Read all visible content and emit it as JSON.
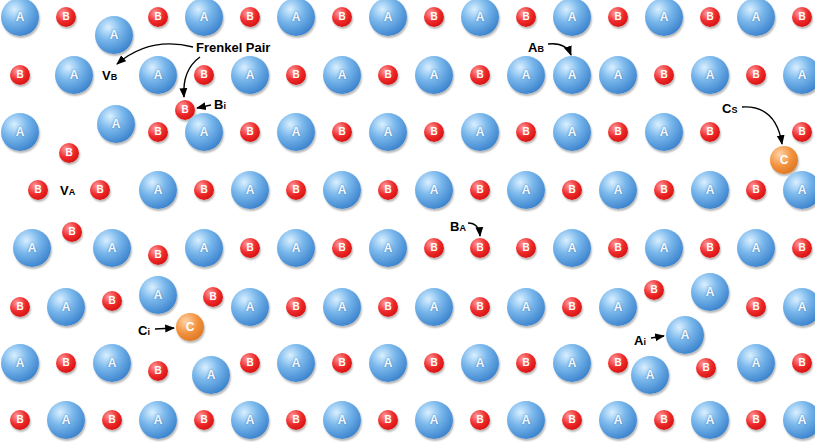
{
  "diagram": {
    "nodes": [
      {
        "text": [
          "A"
        ]
      },
      {
        "text": [
          "B"
        ]
      },
      {
        "text": [
          "A"
        ]
      },
      {
        "text": [
          "B"
        ]
      },
      {
        "text": [
          "A"
        ]
      },
      {
        "text": [
          "B"
        ]
      },
      {
        "text": [
          "A"
        ]
      },
      {
        "text": [
          "B"
        ]
      },
      {
        "text": [
          "A"
        ]
      },
      {
        "text": [
          "B"
        ]
      },
      {
        "text": [
          "A"
        ]
      },
      {
        "text": [
          "B"
        ]
      },
      {
        "text": [
          "A"
        ]
      },
      {
        "text": [
          "B"
        ]
      },
      {
        "text": [
          "A"
        ]
      },
      {
        "text": [
          "B"
        ]
      },
      {
        "text": [
          "A"
        ]
      },
      {
        "text": [
          "B"
        ]
      },
      {
        "text": [
          "B"
        ]
      },
      {
        "text": [
          "A"
        ]
      },
      {
        "text": [
          "A"
        ]
      },
      {
        "text": [
          "B"
        ]
      },
      {
        "text": [
          "A"
        ]
      },
      {
        "text": [
          "B"
        ]
      },
      {
        "text": [
          "A"
        ]
      },
      {
        "text": [
          "B"
        ]
      },
      {
        "text": [
          "A"
        ]
      },
      {
        "text": [
          "B"
        ]
      },
      {
        "text": [
          "A"
        ]
      },
      {
        "text": [
          "A"
        ]
      },
      {
        "text": [
          "A"
        ]
      },
      {
        "text": [
          "B"
        ]
      },
      {
        "text": [
          "A"
        ]
      },
      {
        "text": [
          "B"
        ]
      },
      {
        "text": [
          "A"
        ]
      },
      {
        "text": [
          "B"
        ]
      },
      {
        "text": [
          "A"
        ]
      },
      {
        "text": [
          "B"
        ]
      },
      {
        "text": [
          "A"
        ]
      },
      {
        "text": [
          "B"
        ]
      },
      {
        "text": [
          "A"
        ]
      },
      {
        "text": [
          "B"
        ]
      },
      {
        "text": [
          "A"
        ]
      },
      {
        "text": [
          "B"
        ]
      },
      {
        "text": [
          "A"
        ]
      },
      {
        "text": [
          "B"
        ]
      },
      {
        "text": [
          "A"
        ]
      },
      {
        "text": [
          "B"
        ]
      },
      {
        "text": [
          "A"
        ]
      },
      {
        "text": [
          "B"
        ]
      },
      {
        "text": [
          "A"
        ]
      },
      {
        "text": [
          "B"
        ]
      },
      {
        "text": [
          "C"
        ]
      },
      {
        "text": [
          "B"
        ]
      },
      {
        "text": [
          "B"
        ]
      },
      {
        "text": [
          "B"
        ]
      },
      {
        "text": [
          "A"
        ]
      },
      {
        "text": [
          "B"
        ]
      },
      {
        "text": [
          "A"
        ]
      },
      {
        "text": [
          "B"
        ]
      },
      {
        "text": [
          "A"
        ]
      },
      {
        "text": [
          "B"
        ]
      },
      {
        "text": [
          "A"
        ]
      },
      {
        "text": [
          "B"
        ]
      },
      {
        "text": [
          "A"
        ]
      },
      {
        "text": [
          "B"
        ]
      },
      {
        "text": [
          "A"
        ]
      },
      {
        "text": [
          "B"
        ]
      },
      {
        "text": [
          "A"
        ]
      },
      {
        "text": [
          "B"
        ]
      },
      {
        "text": [
          "A"
        ]
      },
      {
        "text": [
          "A"
        ]
      },
      {
        "text": [
          "B"
        ]
      },
      {
        "text": [
          "A"
        ]
      },
      {
        "text": [
          "B"
        ]
      },
      {
        "text": [
          "A"
        ]
      },
      {
        "text": [
          "B"
        ]
      },
      {
        "text": [
          "A"
        ]
      },
      {
        "text": [
          "B"
        ]
      },
      {
        "text": [
          "A"
        ]
      },
      {
        "text": [
          "B"
        ]
      },
      {
        "text": [
          "B"
        ]
      },
      {
        "text": [
          "B"
        ]
      },
      {
        "text": [
          "A"
        ]
      },
      {
        "text": [
          "B"
        ]
      },
      {
        "text": [
          "A"
        ]
      },
      {
        "text": [
          "B"
        ]
      },
      {
        "text": [
          "A"
        ]
      },
      {
        "text": [
          "B"
        ]
      },
      {
        "text": [
          "B"
        ]
      },
      {
        "text": [
          "A"
        ]
      },
      {
        "text": [
          "B"
        ]
      },
      {
        "text": [
          "A"
        ]
      },
      {
        "text": [
          "B"
        ]
      },
      {
        "text": [
          "A"
        ]
      },
      {
        "text": [
          "B"
        ]
      },
      {
        "text": [
          "A"
        ]
      },
      {
        "text": [
          "B"
        ]
      },
      {
        "text": [
          "A"
        ]
      },
      {
        "text": [
          "B"
        ]
      },
      {
        "text": [
          "A"
        ]
      },
      {
        "text": [
          "B"
        ]
      },
      {
        "text": [
          "A"
        ]
      },
      {
        "text": [
          "B"
        ]
      },
      {
        "text": [
          "A"
        ]
      },
      {
        "text": [
          "B"
        ]
      },
      {
        "text": [
          "A"
        ]
      },
      {
        "text": [
          "C"
        ]
      },
      {
        "text": [
          "A"
        ]
      },
      {
        "text": [
          "A"
        ]
      },
      {
        "text": [
          "B"
        ]
      },
      {
        "text": [
          "A"
        ]
      },
      {
        "text": [
          "B"
        ]
      },
      {
        "text": [
          "A"
        ]
      },
      {
        "text": [
          "B"
        ]
      },
      {
        "text": [
          "A"
        ]
      },
      {
        "text": [
          "B"
        ]
      },
      {
        "text": [
          "A"
        ]
      },
      {
        "text": [
          "B"
        ]
      },
      {
        "text": [
          "A"
        ]
      },
      {
        "text": [
          "B"
        ]
      },
      {
        "text": [
          "A"
        ]
      },
      {
        "text": [
          "B"
        ]
      },
      {
        "text": [
          "A"
        ]
      },
      {
        "text": [
          "B"
        ]
      },
      {
        "text": [
          "A"
        ]
      },
      {
        "text": [
          "B"
        ]
      },
      {
        "text": [
          "B"
        ]
      },
      {
        "text": [
          "A"
        ]
      },
      {
        "text": [
          "B"
        ]
      },
      {
        "text": [
          "A"
        ]
      },
      {
        "text": [
          "B"
        ]
      },
      {
        "text": [
          "A"
        ]
      },
      {
        "text": [
          "B"
        ]
      },
      {
        "text": [
          "A"
        ]
      },
      {
        "text": [
          "B"
        ]
      },
      {
        "text": [
          "A"
        ]
      },
      {
        "text": [
          "B"
        ]
      },
      {
        "text": [
          "A"
        ]
      },
      {
        "text": [
          "B"
        ]
      },
      {
        "text": [
          "A"
        ]
      },
      {
        "text": [
          "B"
        ]
      },
      {
        "text": [
          "A"
        ]
      },
      {
        "text": [
          "B"
        ]
      },
      {
        "text": [
          "A"
        ]
      }
    ],
    "labels": [
      "Frenkel Pair",
      "VB",
      "Bi",
      "AB",
      "CS",
      "VA",
      "BA",
      "Ci",
      "Ai"
    ]
  }
}
